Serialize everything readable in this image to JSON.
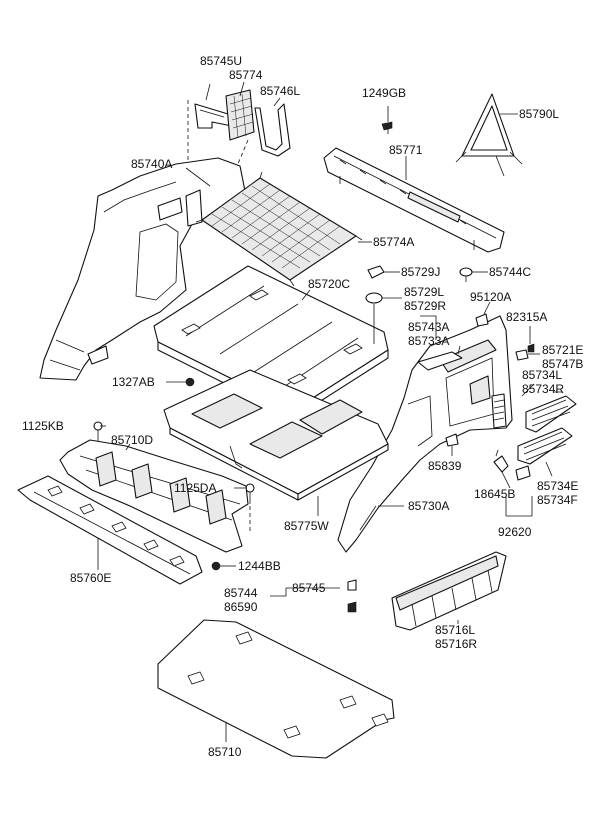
{
  "labels": {
    "l85745U": "85745U",
    "l85774": "85774",
    "l85746L": "85746L",
    "l1249GB": "1249GB",
    "l85790L": "85790L",
    "l85740A": "85740A",
    "l85771": "85771",
    "l85774A": "85774A",
    "l85720C": "85720C",
    "l85729J": "85729J",
    "l85744C": "85744C",
    "l85729L": "85729L",
    "l85729R": "85729R",
    "l95120A": "95120A",
    "l82315A": "82315A",
    "l85743A": "85743A",
    "l85733A": "85733A",
    "l85721E": "85721E",
    "l85747B": "85747B",
    "l1327AB": "1327AB",
    "l85734L": "85734L",
    "l85734R": "85734R",
    "l1125KB": "1125KB",
    "l85710D": "85710D",
    "l85839": "85839",
    "l85734E": "85734E",
    "l85734F": "85734F",
    "l1125DA": "1125DA",
    "l18645B": "18645B",
    "l85775W": "85775W",
    "l85730A": "85730A",
    "l92620": "92620",
    "l85760E": "85760E",
    "l1244BB": "1244BB",
    "l85744": "85744",
    "l85745": "85745",
    "l86590": "86590",
    "l85716L": "85716L",
    "l85716R": "85716R",
    "l85710": "85710"
  }
}
